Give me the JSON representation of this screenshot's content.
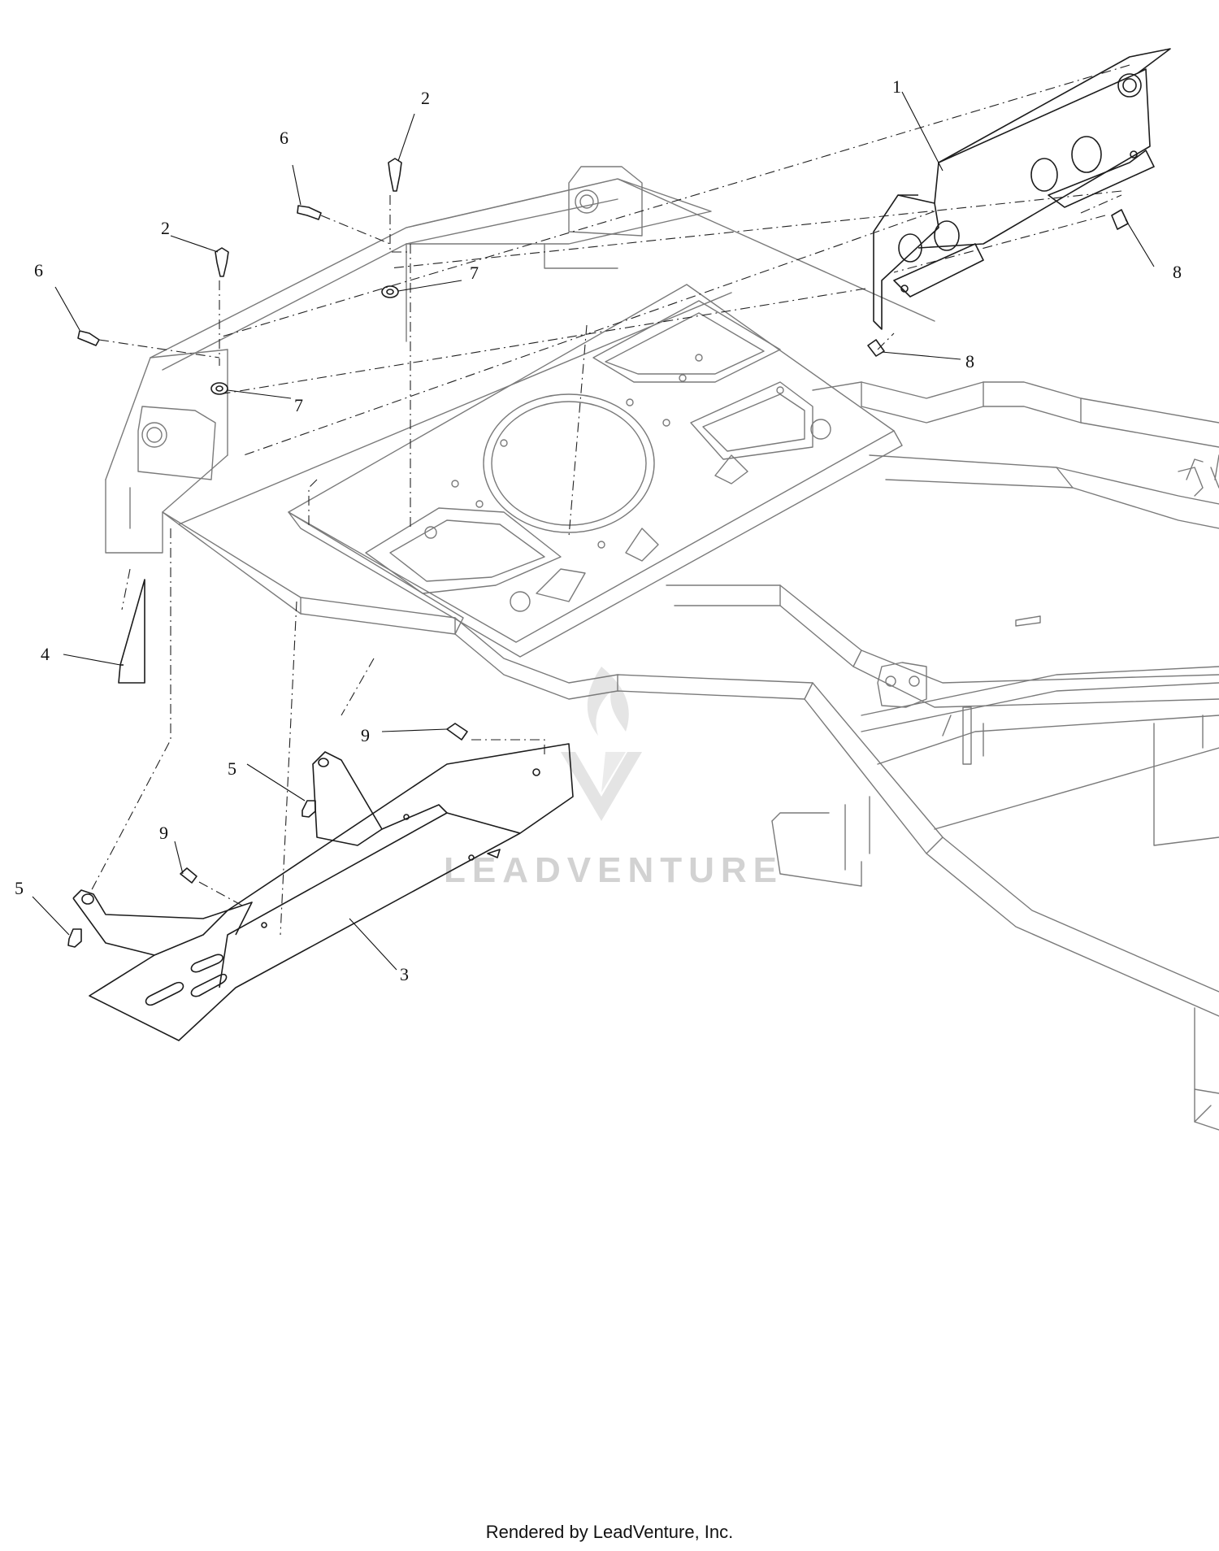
{
  "callouts": [
    "1",
    "2",
    "2",
    "3",
    "4",
    "5",
    "5",
    "6",
    "6",
    "7",
    "7",
    "8",
    "8",
    "9",
    "9"
  ],
  "watermark": "LEADVENTURE",
  "footer": "Rendered by LeadVenture, Inc."
}
